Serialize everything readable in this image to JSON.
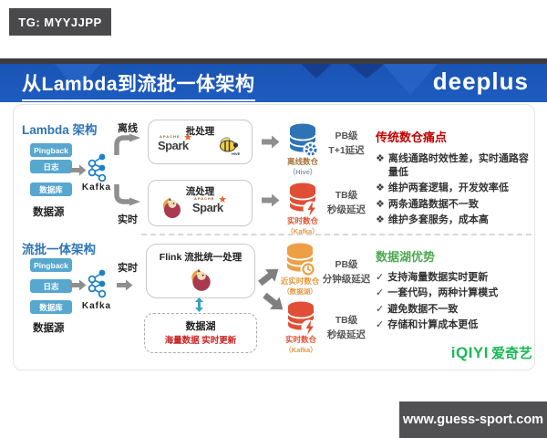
{
  "watermarks": {
    "top": "TG: MYYJJPP",
    "bottom": "www.guess-sport.com"
  },
  "header": {
    "title": "从Lambda到流批一体架构",
    "logo": "deeplus"
  },
  "colors": {
    "header_blue": "#1a53b2",
    "accent_blue": "#2e75b6",
    "pain_red": "#c00000",
    "advantage_green": "#4ea952",
    "iqiyi_green": "#19b955",
    "source_box_blue": "#57a7cf",
    "arrow_gray": "#8c8c8c",
    "db_blue": "#2e74b5",
    "db_red": "#e04f35",
    "db_orange": "#ed9f45",
    "spark_orange": "#e8622c",
    "datalake_red_text": "#cc2222"
  },
  "lambda": {
    "title": "Lambda 架构",
    "sources": [
      "Pingback",
      "日志",
      "数据库"
    ],
    "sources_label": "数据源",
    "kafka_label": "Kafka",
    "offline_path_label": "离线",
    "realtime_path_label": "实时",
    "batch_box": {
      "title": "批处理",
      "spark_apache": "APACHE",
      "spark_name": "Spark",
      "hive_name": "HIVE"
    },
    "stream_box": {
      "title": "流处理",
      "spark_apache": "APACHE",
      "spark_name": "Spark"
    },
    "offline_dw": {
      "name": "离线数仓",
      "sub": "（Hive）",
      "scale": "PB级",
      "latency": "T+1延迟"
    },
    "realtime_dw": {
      "name": "实时数仓",
      "sub": "（Kafka）",
      "scale": "TB级",
      "latency": "秒级延迟"
    }
  },
  "pains": {
    "title": "传统数仓痛点",
    "bullet": "❖",
    "items": [
      "离线通路时效性差，实时通路容量低",
      "维护两套逻辑，开发效率低",
      "两条通路数据不一致",
      "维护多套服务，成本高"
    ]
  },
  "unified": {
    "title": "流批一体架构",
    "sources": [
      "Pingback",
      "日志",
      "数据库"
    ],
    "sources_label": "数据源",
    "kafka_label": "Kafka",
    "realtime_path_label": "实时",
    "flink_box": {
      "title": "Flink 流批统一处理"
    },
    "datalake_box": {
      "title": "数据湖",
      "subtitle": "海量数据 实时更新"
    },
    "near_realtime_dw": {
      "name": "近实时数仓",
      "sub": "（数据湖）",
      "scale": "PB级",
      "latency": "分钟级延迟"
    },
    "realtime_dw": {
      "name": "实时数仓",
      "sub": "（Kafka）",
      "scale": "TB级",
      "latency": "秒级延迟"
    }
  },
  "advantages": {
    "title": "数据湖优势",
    "bullet": "✓",
    "items": [
      "支持海量数据实时更新",
      "一套代码，两种计算模式",
      "避免数据不一致",
      "存储和计算成本更低"
    ]
  },
  "footer": {
    "iqiyi": "iQIYI",
    "iqiyi_cn": "爱奇艺"
  }
}
